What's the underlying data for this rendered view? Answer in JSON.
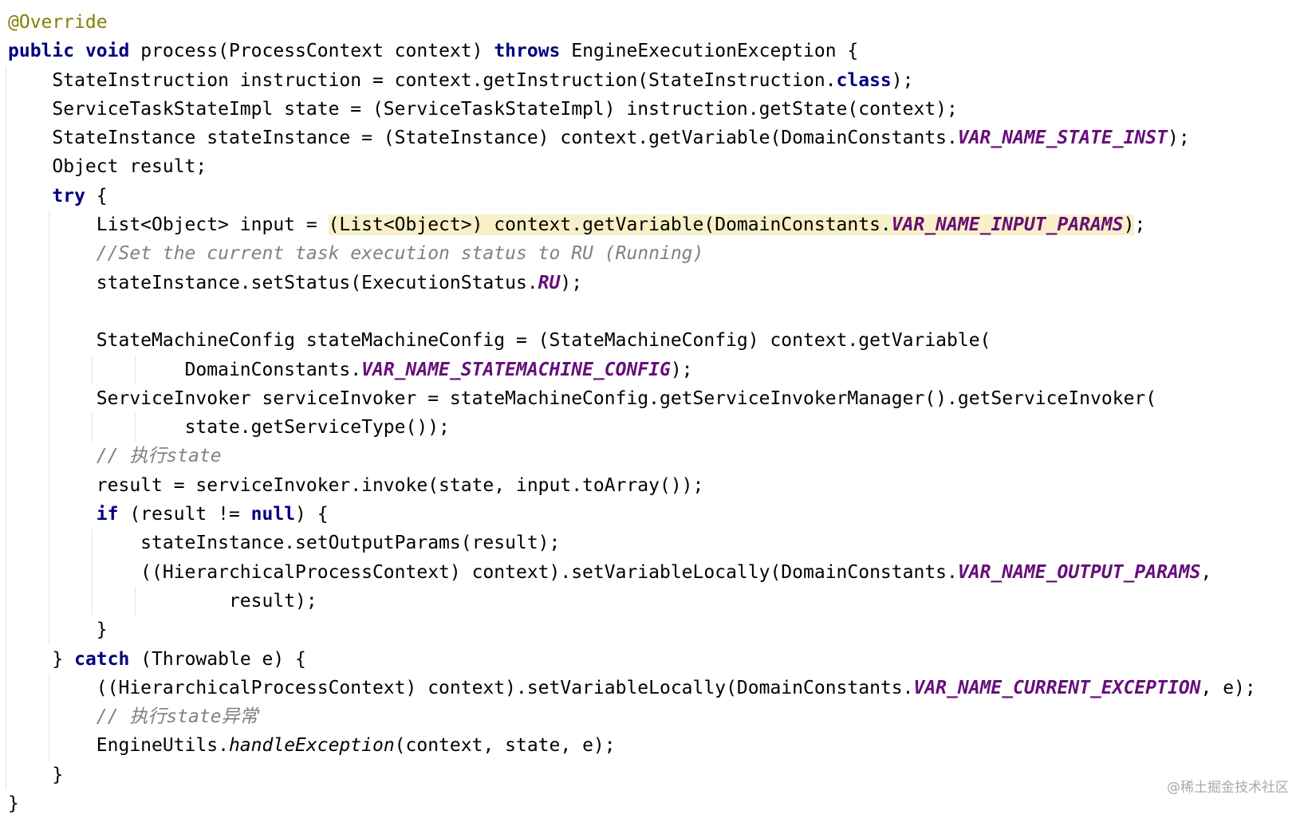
{
  "editor": {
    "lines": [
      {
        "indent": 0,
        "tokens": [
          {
            "t": "@Override",
            "c": "ann"
          }
        ]
      },
      {
        "indent": 0,
        "tokens": [
          {
            "t": "public",
            "c": "kw"
          },
          {
            "t": " "
          },
          {
            "t": "void",
            "c": "kw"
          },
          {
            "t": " process(ProcessContext context) "
          },
          {
            "t": "throws",
            "c": "kw"
          },
          {
            "t": " EngineExecutionException {"
          }
        ]
      },
      {
        "indent": 4,
        "tokens": [
          {
            "t": "StateInstruction instruction = context.getInstruction(StateInstruction."
          },
          {
            "t": "class",
            "c": "kw"
          },
          {
            "t": ");"
          }
        ]
      },
      {
        "indent": 4,
        "tokens": [
          {
            "t": "ServiceTaskStateImpl state = (ServiceTaskStateImpl) instruction.getState(context);"
          }
        ]
      },
      {
        "indent": 4,
        "tokens": [
          {
            "t": "StateInstance stateInstance = (StateInstance) context.getVariable(DomainConstants."
          },
          {
            "t": "VAR_NAME_STATE_INST",
            "c": "const"
          },
          {
            "t": ");"
          }
        ]
      },
      {
        "indent": 4,
        "tokens": [
          {
            "t": "Object result;"
          }
        ]
      },
      {
        "indent": 4,
        "tokens": [
          {
            "t": "try",
            "c": "kw"
          },
          {
            "t": " {"
          }
        ]
      },
      {
        "indent": 8,
        "tokens": [
          {
            "t": "List<Object> input = "
          },
          {
            "t": "(List<Object>) context.getVariable(DomainConstants.",
            "c": "hl"
          },
          {
            "t": "VAR_NAME_INPUT_PARAMS",
            "c": "const hl"
          },
          {
            "t": ")",
            "c": "hl"
          },
          {
            "t": ";"
          }
        ]
      },
      {
        "indent": 8,
        "tokens": [
          {
            "t": "//Set the current task execution status to RU (Running)",
            "c": "cmt"
          }
        ]
      },
      {
        "indent": 8,
        "tokens": [
          {
            "t": "stateInstance.setStatus(ExecutionStatus."
          },
          {
            "t": "RU",
            "c": "const"
          },
          {
            "t": ");"
          }
        ]
      },
      {
        "indent": 0,
        "tokens": []
      },
      {
        "indent": 8,
        "tokens": [
          {
            "t": "StateMachineConfig stateMachineConfig = (StateMachineConfig) context.getVariable("
          }
        ]
      },
      {
        "indent": 16,
        "tokens": [
          {
            "t": "DomainConstants."
          },
          {
            "t": "VAR_NAME_STATEMACHINE_CONFIG",
            "c": "const"
          },
          {
            "t": ");"
          }
        ]
      },
      {
        "indent": 8,
        "tokens": [
          {
            "t": "ServiceInvoker serviceInvoker = stateMachineConfig.getServiceInvokerManager().getServiceInvoker("
          }
        ]
      },
      {
        "indent": 16,
        "tokens": [
          {
            "t": "state.getServiceType());"
          }
        ]
      },
      {
        "indent": 8,
        "tokens": [
          {
            "t": "// 执行state",
            "c": "cmt"
          }
        ]
      },
      {
        "indent": 8,
        "tokens": [
          {
            "t": "result = serviceInvoker.invoke(state, input.toArray());"
          }
        ]
      },
      {
        "indent": 8,
        "tokens": [
          {
            "t": "if",
            "c": "kw"
          },
          {
            "t": " (result != "
          },
          {
            "t": "null",
            "c": "kw"
          },
          {
            "t": ") {"
          }
        ]
      },
      {
        "indent": 12,
        "tokens": [
          {
            "t": "stateInstance.setOutputParams(result);"
          }
        ]
      },
      {
        "indent": 12,
        "tokens": [
          {
            "t": "((HierarchicalProcessContext) context).setVariableLocally(DomainConstants."
          },
          {
            "t": "VAR_NAME_OUTPUT_PARAMS",
            "c": "const"
          },
          {
            "t": ","
          }
        ]
      },
      {
        "indent": 20,
        "tokens": [
          {
            "t": "result);"
          }
        ]
      },
      {
        "indent": 8,
        "tokens": [
          {
            "t": "}"
          }
        ]
      },
      {
        "indent": 4,
        "tokens": [
          {
            "t": "} "
          },
          {
            "t": "catch",
            "c": "kw"
          },
          {
            "t": " (Throwable e) {"
          }
        ]
      },
      {
        "indent": 8,
        "tokens": [
          {
            "t": "((HierarchicalProcessContext) context).setVariableLocally(DomainConstants."
          },
          {
            "t": "VAR_NAME_CURRENT_EXCEPTION",
            "c": "const"
          },
          {
            "t": ", e);"
          }
        ]
      },
      {
        "indent": 8,
        "tokens": [
          {
            "t": "// 执行state异常",
            "c": "cmt"
          }
        ]
      },
      {
        "indent": 8,
        "tokens": [
          {
            "t": "EngineUtils."
          },
          {
            "t": "handleException",
            "c": "smeth"
          },
          {
            "t": "(context, state, e);"
          }
        ]
      },
      {
        "indent": 4,
        "tokens": [
          {
            "t": "}"
          }
        ]
      },
      {
        "indent": 0,
        "tokens": [
          {
            "t": "}"
          }
        ]
      }
    ]
  },
  "watermark": "@稀土掘金技术社区"
}
